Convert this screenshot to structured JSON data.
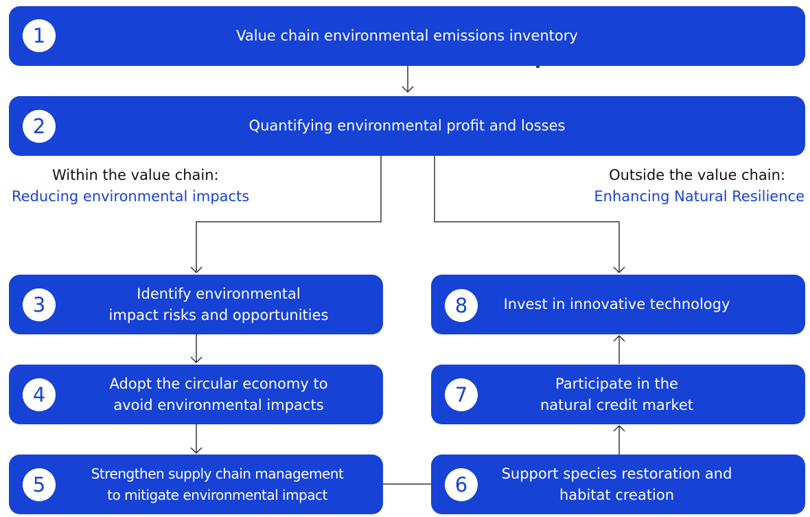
{
  "steps": [
    {
      "num": "1",
      "label": "Value chain environmental emissions inventory"
    },
    {
      "num": "2",
      "label": "Quantifying environmental profit and losses"
    },
    {
      "num": "3",
      "label": "Identify environmental\nimpact risks and opportunities"
    },
    {
      "num": "4",
      "label": "Adopt the circular economy to\navoid environmental impacts"
    },
    {
      "num": "5",
      "label": "Strengthen supply chain management\nto mitigate environmental impact"
    },
    {
      "num": "6",
      "label": "Support species restoration and\nhabitat creation"
    },
    {
      "num": "7",
      "label": "Participate in the\nnatural credit market"
    },
    {
      "num": "8",
      "label": "Invest in innovative technology"
    }
  ],
  "within": {
    "heading": "Within the value chain:",
    "subheading": "Reducing environmental impacts"
  },
  "outside": {
    "heading": "Outside the value chain:",
    "subheading": "Enhancing Natural Resilience"
  },
  "colors": {
    "box": "#1742d6",
    "accent_text": "#1742d6",
    "connector": "#333333"
  }
}
